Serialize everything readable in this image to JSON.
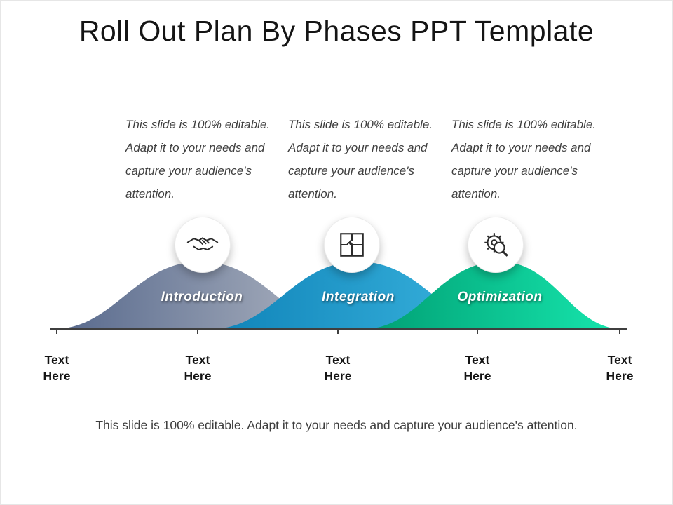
{
  "slide": {
    "title": "Roll Out Plan By Phases PPT Template",
    "descriptions": [
      "This slide is 100% editable. Adapt it to your needs and capture your audience's attention.",
      "This slide is 100% editable. Adapt it to your needs and capture your audience's attention.",
      "This slide is 100% editable. Adapt it to your needs and capture your audience's attention."
    ],
    "phases": [
      {
        "label": "Introduction",
        "icon": "handshake-icon",
        "gradient": {
          "start": "#56688c",
          "end": "#b0b6c2"
        }
      },
      {
        "label": "Integration",
        "icon": "puzzle-icon",
        "gradient": {
          "start": "#0f83b8",
          "end": "#3cb6e0"
        }
      },
      {
        "label": "Optimization",
        "icon": "gear-magnifier-icon",
        "gradient": {
          "start": "#009e73",
          "end": "#17e7ae"
        }
      }
    ],
    "axis": {
      "labels": [
        "Text\nHere",
        "Text\nHere",
        "Text\nHere",
        "Text\nHere",
        "Text\nHere"
      ],
      "line_color": "#3f3f3f"
    },
    "footer": "This slide is 100% editable. Adapt it to your needs and capture your audience's attention."
  }
}
